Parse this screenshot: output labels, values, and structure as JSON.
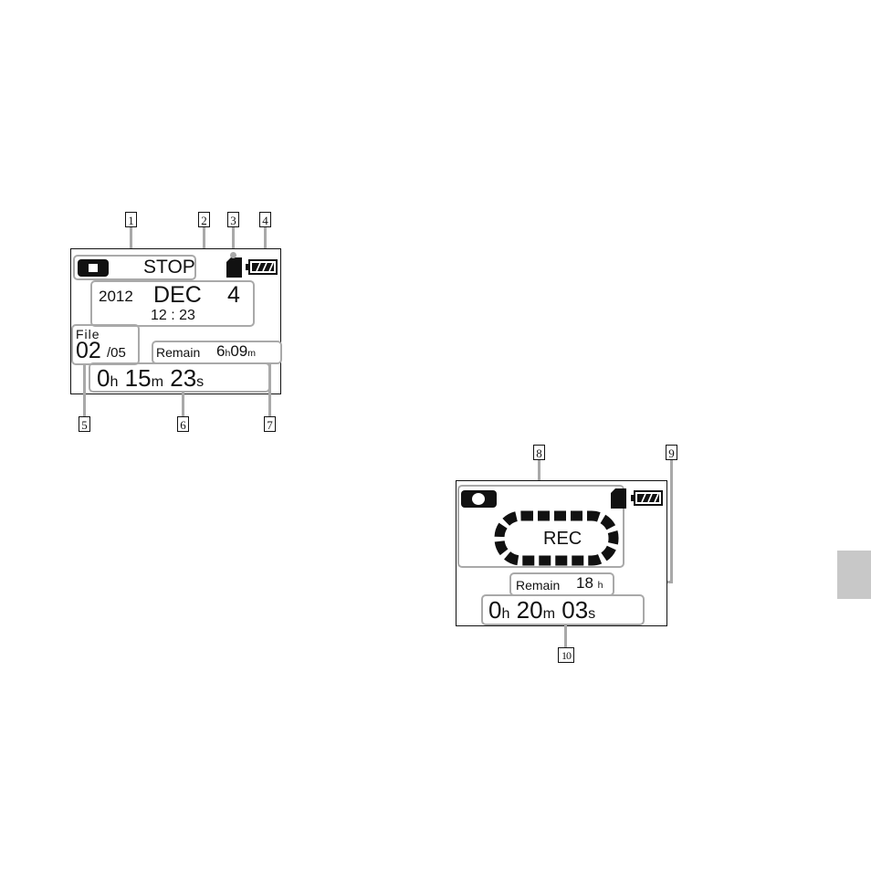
{
  "figure1": {
    "callouts": [
      "1",
      "2",
      "3",
      "4",
      "5",
      "6",
      "7"
    ],
    "status": "STOP",
    "date": {
      "year": "2012",
      "month": "DEC",
      "day": "4",
      "time": "12 : 23"
    },
    "file": {
      "label": "File",
      "current": "02",
      "total": "/05"
    },
    "remain": {
      "label": "Remain",
      "h": "6",
      "h_unit": "h",
      "m": "09",
      "m_unit": "m"
    },
    "counter": {
      "h": "0",
      "h_unit": "h",
      "m": "15",
      "m_unit": "m",
      "s": "23",
      "s_unit": "s"
    }
  },
  "figure2": {
    "callouts": [
      "8",
      "9",
      "10"
    ],
    "status": "REC",
    "remain": {
      "label": "Remain",
      "h": "18",
      "h_unit": "h"
    },
    "counter": {
      "h": "0",
      "h_unit": "h",
      "m": "20",
      "m_unit": "m",
      "s": "03",
      "s_unit": "s"
    }
  },
  "icons": [
    "stop-icon",
    "record-icon",
    "memory-card-icon",
    "battery-icon"
  ]
}
